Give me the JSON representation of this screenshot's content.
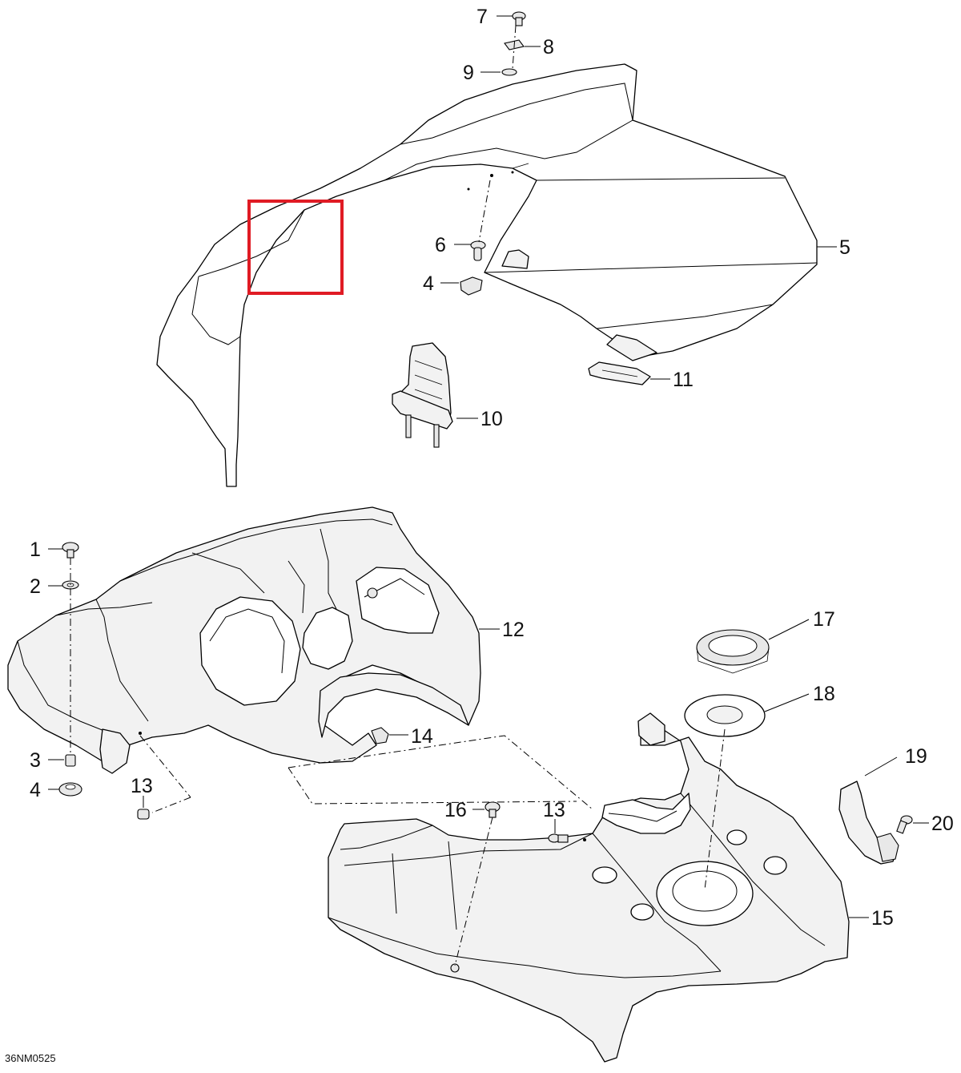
{
  "drawing_code": "36NM0525",
  "callouts": [
    {
      "id": "7",
      "text": "7"
    },
    {
      "id": "8",
      "text": "8"
    },
    {
      "id": "9",
      "text": "9"
    },
    {
      "id": "6",
      "text": "6"
    },
    {
      "id": "4a",
      "text": "4"
    },
    {
      "id": "5",
      "text": "5"
    },
    {
      "id": "11",
      "text": "11"
    },
    {
      "id": "10",
      "text": "10"
    },
    {
      "id": "1",
      "text": "1"
    },
    {
      "id": "2",
      "text": "2"
    },
    {
      "id": "12",
      "text": "12"
    },
    {
      "id": "17",
      "text": "17"
    },
    {
      "id": "18",
      "text": "18"
    },
    {
      "id": "14",
      "text": "14"
    },
    {
      "id": "3",
      "text": "3"
    },
    {
      "id": "4b",
      "text": "4"
    },
    {
      "id": "13a",
      "text": "13"
    },
    {
      "id": "19",
      "text": "19"
    },
    {
      "id": "16",
      "text": "16"
    },
    {
      "id": "13b",
      "text": "13"
    },
    {
      "id": "20",
      "text": "20"
    },
    {
      "id": "15",
      "text": "15"
    }
  ],
  "highlight_color": "#e01b24"
}
